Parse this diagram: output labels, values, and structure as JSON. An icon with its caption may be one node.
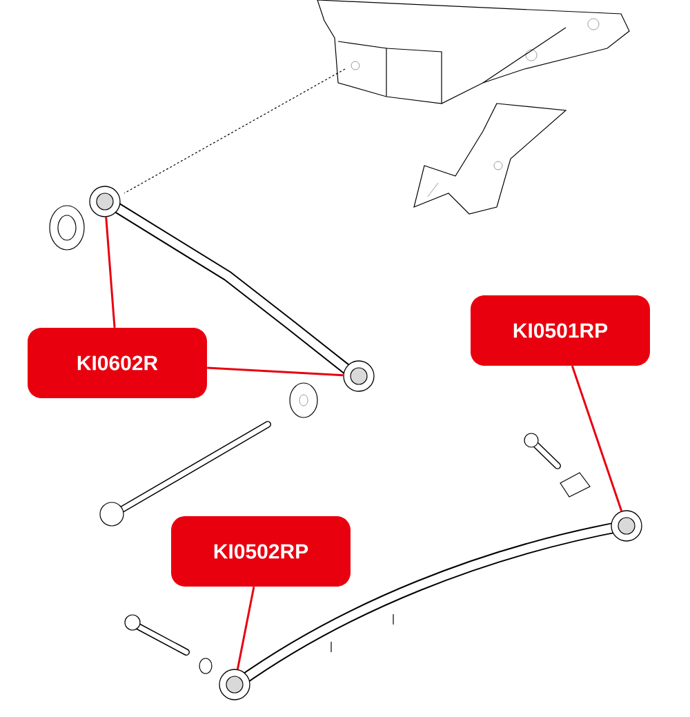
{
  "diagram": {
    "nodes": [
      {
        "text": [
          "KI0602R"
        ]
      },
      {
        "text": [
          "KI0501RP"
        ]
      },
      {
        "text": [
          "KI0502RP"
        ]
      },
      {
        "text": [],
        "shape": "circle"
      },
      {
        "text": [],
        "shape": "circle"
      },
      {
        "text": [],
        "shape": "circle"
      },
      {
        "text": [],
        "shape": "circle"
      }
    ],
    "edges": [
      {
        "from": 0,
        "to": 3,
        "arrow": "none"
      },
      {
        "from": 0,
        "to": 5,
        "arrow": "none"
      },
      {
        "from": 1,
        "to": 6,
        "arrow": "none"
      },
      {
        "from": 2,
        "to": 4,
        "arrow": "none"
      }
    ]
  }
}
